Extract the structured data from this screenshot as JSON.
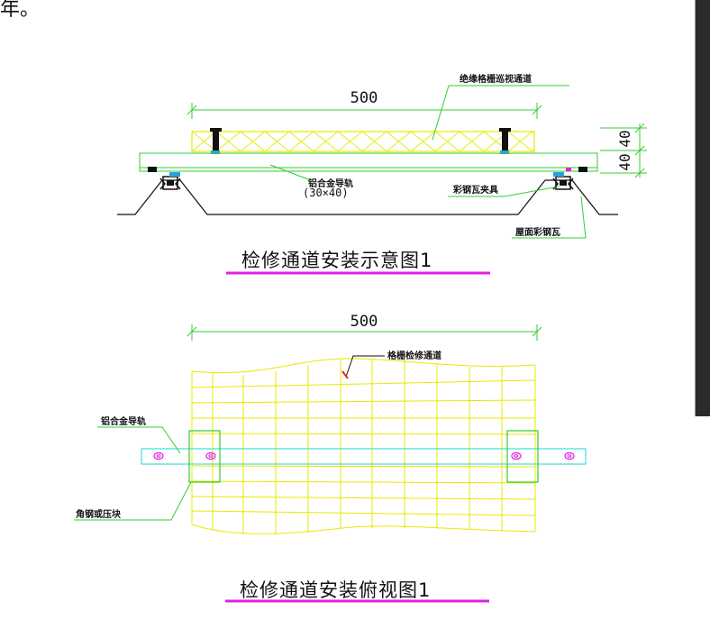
{
  "page": {
    "top_text": "年。"
  },
  "diagram1": {
    "dimension": "500",
    "dim_right_top": "40",
    "dim_right_bottom": "40",
    "label_grating": "绝缘格栅巡视通道",
    "label_rail": "铝合金导轨",
    "label_rail_size": "(30×40)",
    "label_clamp": "彩钢瓦夹具",
    "label_roof": "屋面彩钢瓦",
    "title": "检修通道安装示意图1"
  },
  "diagram2": {
    "dimension": "500",
    "label_grating": "格栅检修通道",
    "label_rail": "铝合金导轨",
    "label_angle": "角钢或压块",
    "title": "检修通道安装俯视图1"
  },
  "colors": {
    "green": "#33cc33",
    "yellow": "#e8e800",
    "cyan": "#44dddd",
    "magenta": "#e020e0",
    "red": "#ee2222"
  }
}
